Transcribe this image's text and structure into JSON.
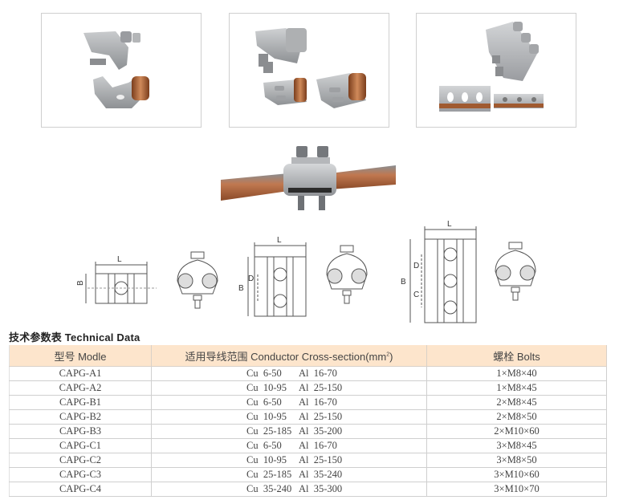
{
  "photos": [
    {
      "name": "clamp-a-exploded",
      "bolts": 1
    },
    {
      "name": "clamp-b-exploded",
      "bolts": 2
    },
    {
      "name": "clamp-c-exploded",
      "bolts": 3
    }
  ],
  "center_photo": {
    "name": "clamp-on-cable",
    "bolts": 2
  },
  "drawings": [
    {
      "type": "A",
      "labels": {
        "length": "L",
        "width": "B"
      }
    },
    {
      "type": "B",
      "labels": {
        "length": "L",
        "width": "B",
        "bolt_spacing": "D"
      }
    },
    {
      "type": "C",
      "labels": {
        "length": "L",
        "width": "B",
        "spacing_1": "D",
        "spacing_2": "C"
      }
    }
  ],
  "section": {
    "title": "技术参数表 Technical Data"
  },
  "table": {
    "headers": {
      "model": "型号 Modle",
      "range": "适用导线范围 Conductor Cross-section(mm",
      "range_sup": "2",
      "range_close": ")",
      "bolts": "螺栓 Bolts"
    },
    "rows": [
      {
        "model": "CAPG-A1",
        "cu": "Cu  6-50",
        "al": "Al  16-70",
        "bolts": "1×M8×40"
      },
      {
        "model": "CAPG-A2",
        "cu": "Cu  10-95",
        "al": "Al  25-150",
        "bolts": "1×M8×45"
      },
      {
        "model": "CAPG-B1",
        "cu": "Cu  6-50",
        "al": "Al  16-70",
        "bolts": "2×M8×45"
      },
      {
        "model": "CAPG-B2",
        "cu": "Cu  10-95",
        "al": "Al  25-150",
        "bolts": "2×M8×50"
      },
      {
        "model": "CAPG-B3",
        "cu": "Cu  25-185",
        "al": "Al  35-200",
        "bolts": "2×M10×60"
      },
      {
        "model": "CAPG-C1",
        "cu": "Cu  6-50",
        "al": "Al  16-70",
        "bolts": "3×M8×45"
      },
      {
        "model": "CAPG-C2",
        "cu": "Cu  10-95",
        "al": "Al  25-150",
        "bolts": "3×M8×50"
      },
      {
        "model": "CAPG-C3",
        "cu": "Cu  25-185",
        "al": "Al  35-240",
        "bolts": "3×M10×60"
      },
      {
        "model": "CAPG-C4",
        "cu": "Cu  35-240",
        "al": "Al  35-300",
        "bolts": "3×M10×70"
      }
    ]
  },
  "colors": {
    "header_bg": "#fde5cc",
    "border": "#cfcfcf",
    "copper": "#b8693e",
    "aluminum": "#a9abad"
  }
}
